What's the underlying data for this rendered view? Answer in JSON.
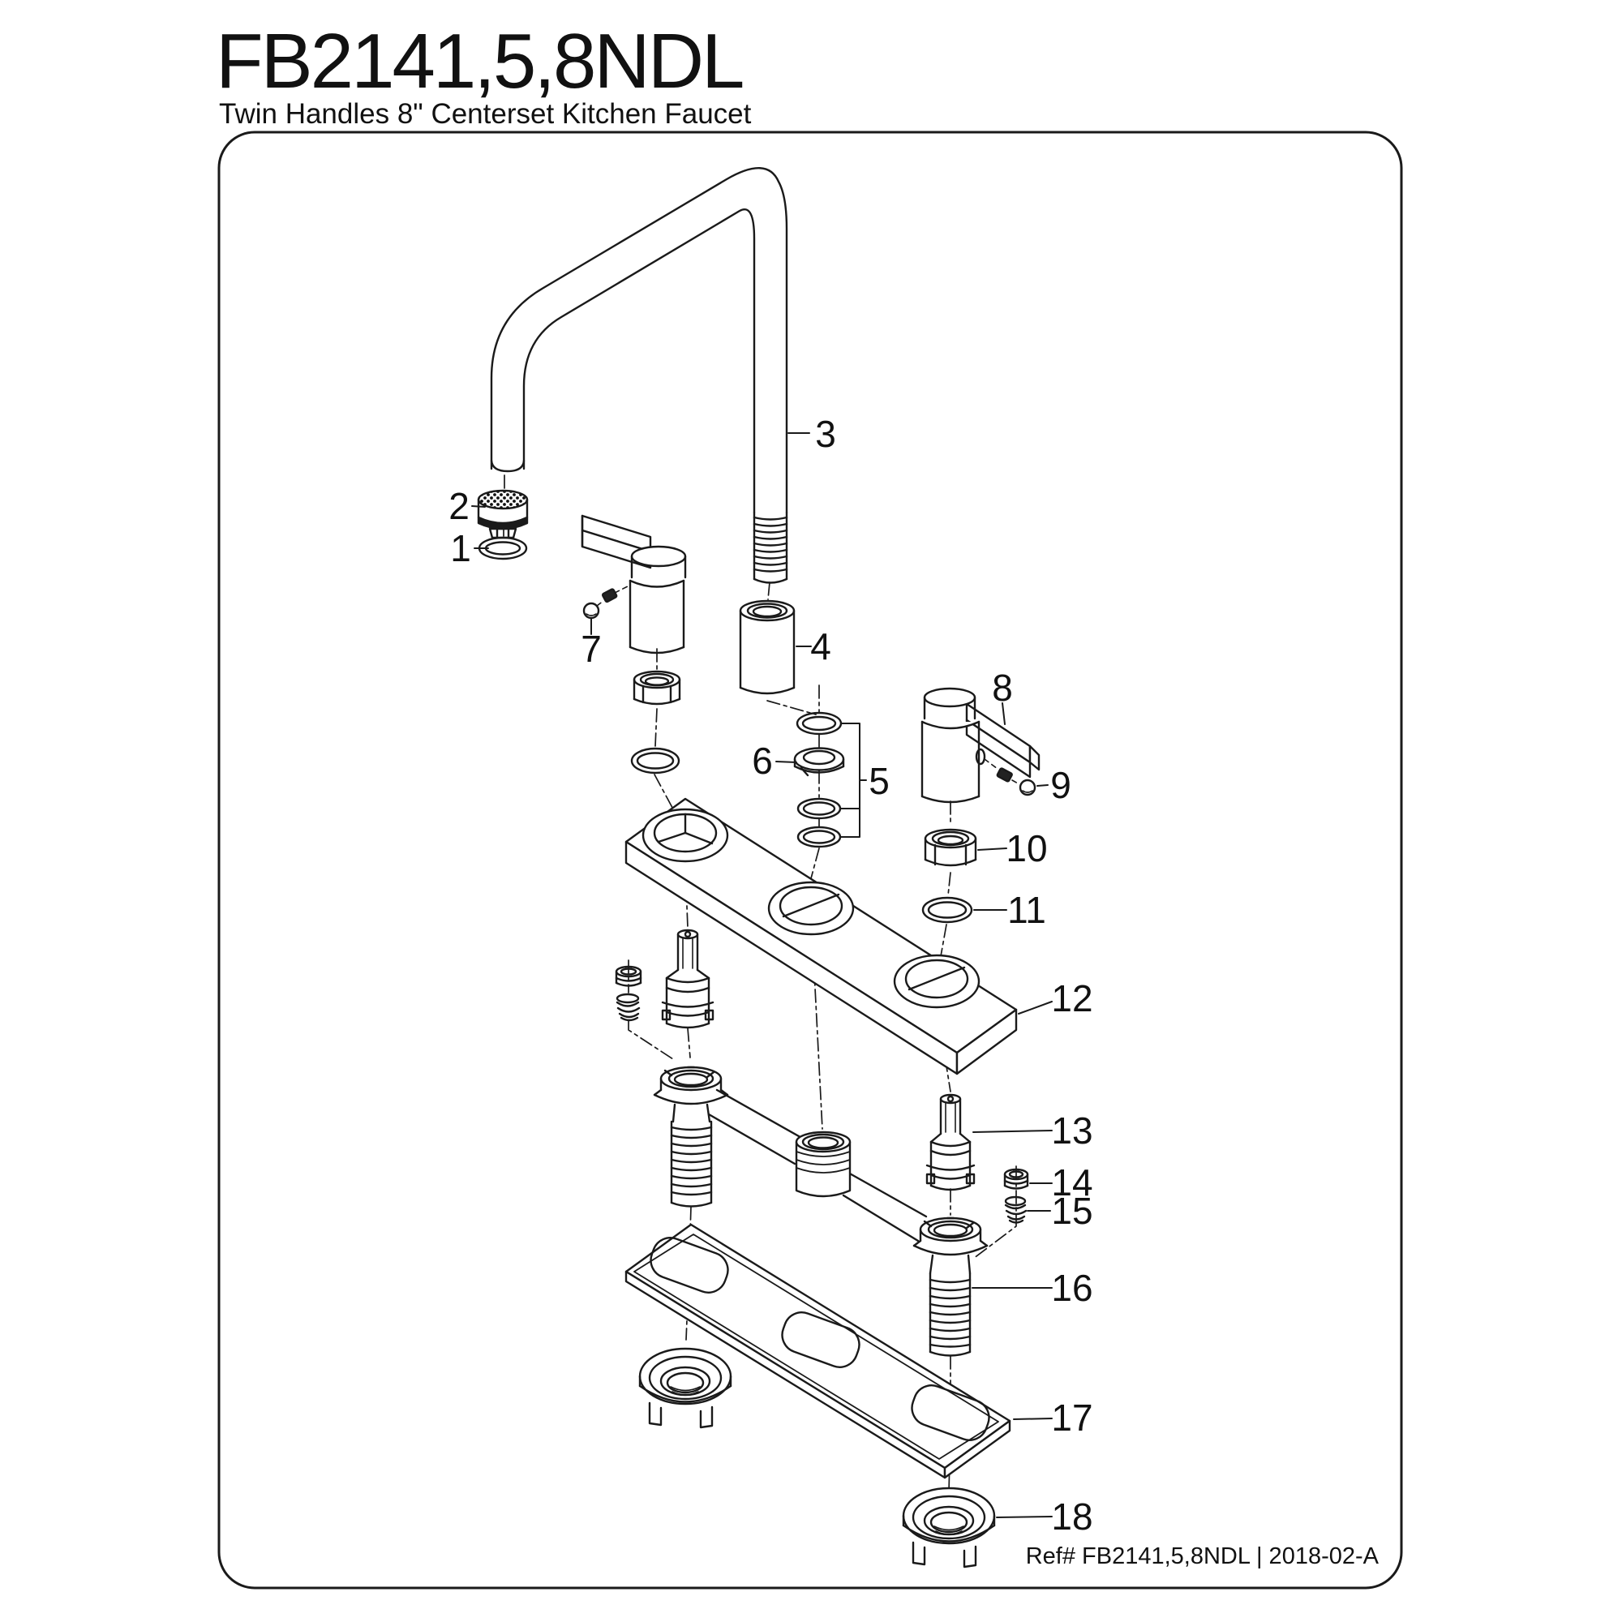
{
  "header": {
    "model": "FB2141,5,8NDL",
    "subtitle": "Twin Handles 8\" Centerset Kitchen Faucet"
  },
  "footer": {
    "reference": "Ref# FB2141,5,8NDL | 2018-02-A"
  },
  "diagram": {
    "description": "Exploded parts diagram of twin handle centerset kitchen faucet",
    "line_color": "#1a1a1a",
    "background_color": "#ffffff",
    "part_labels": [
      "1",
      "2",
      "3",
      "4",
      "5",
      "6",
      "7",
      "8",
      "9",
      "10",
      "11",
      "12",
      "13",
      "14",
      "15",
      "16",
      "17",
      "18"
    ]
  }
}
